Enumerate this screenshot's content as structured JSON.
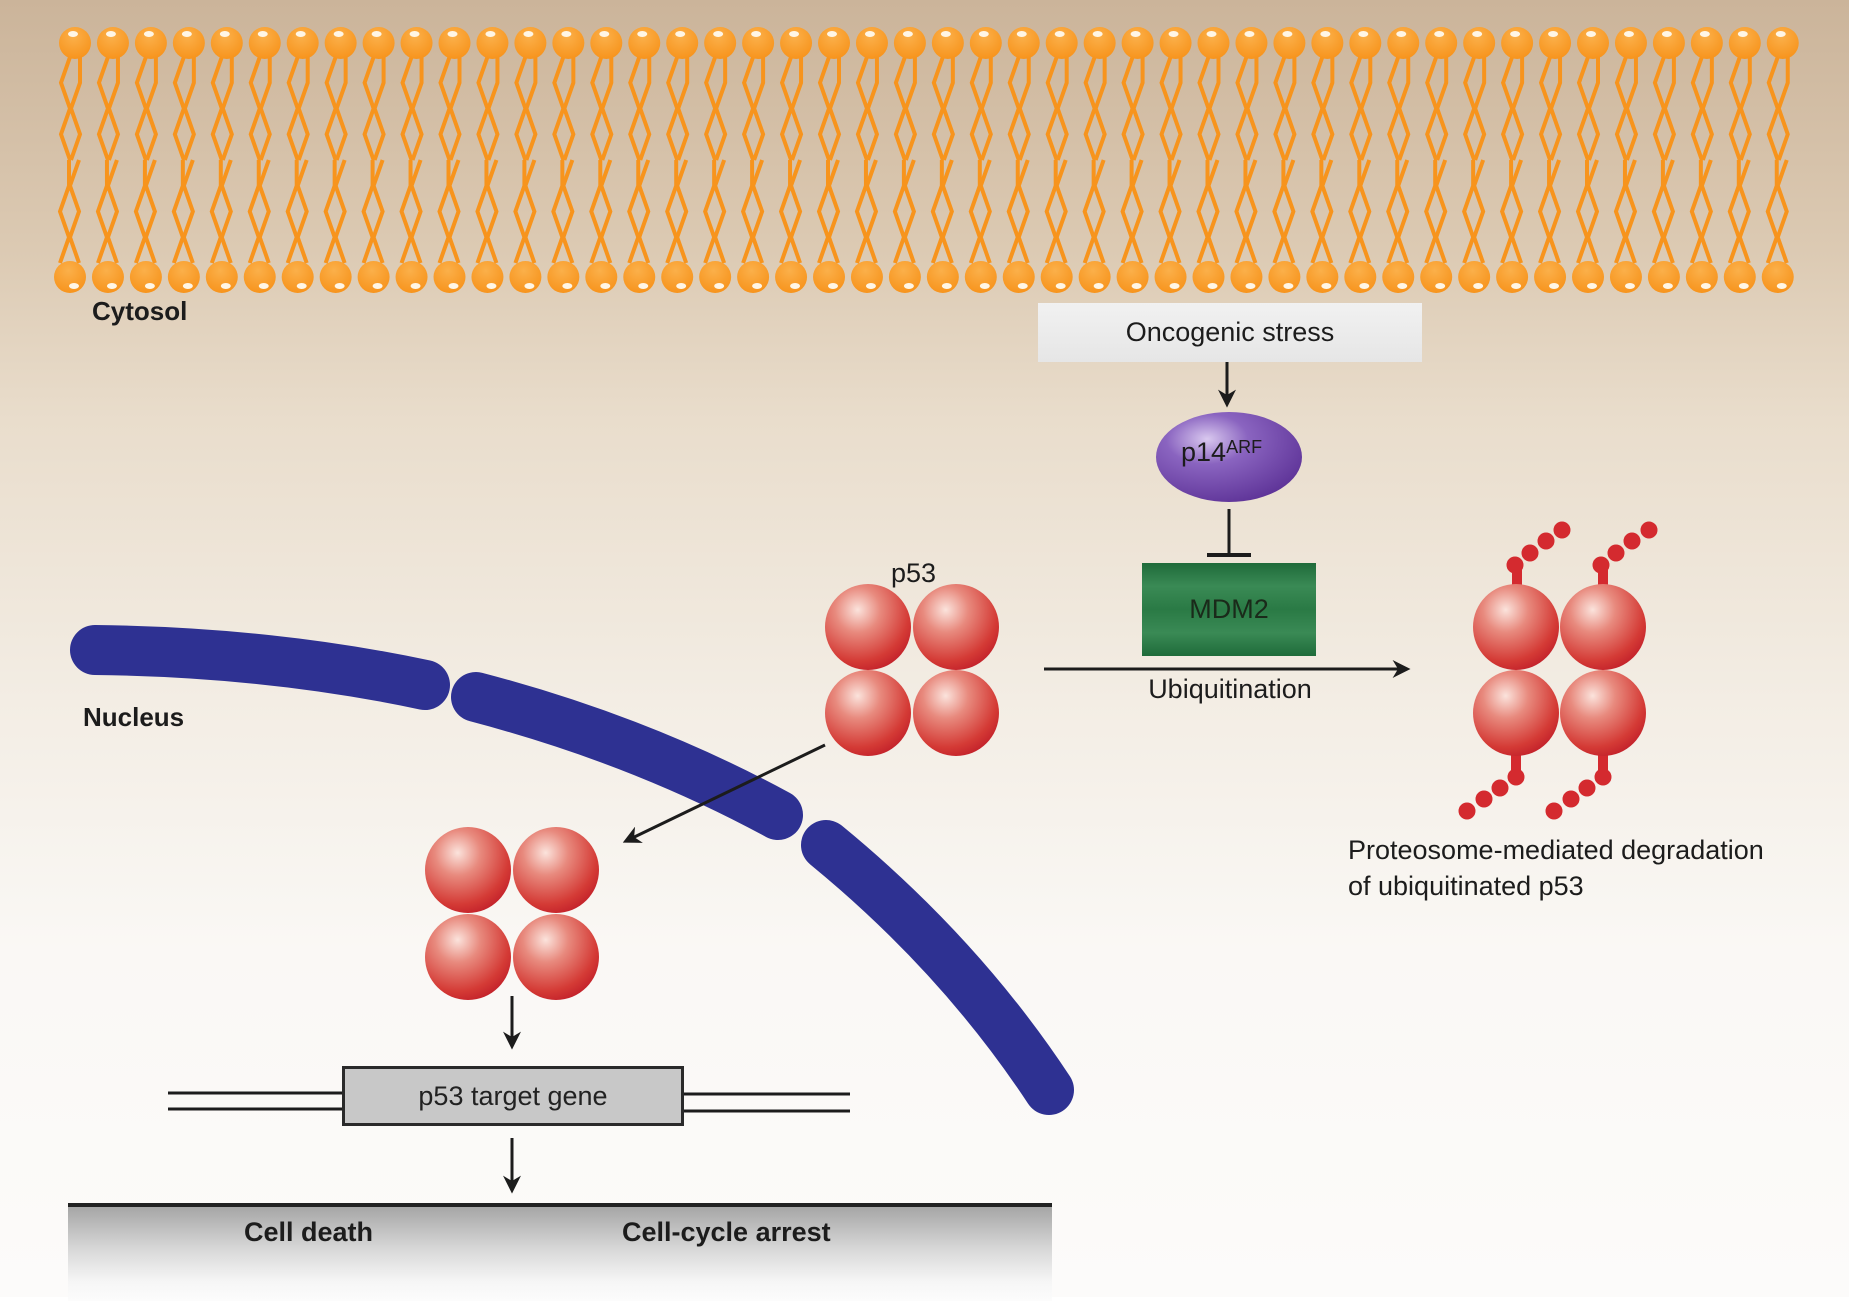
{
  "labels": {
    "cytosol": "Cytosol",
    "nucleus": "Nucleus",
    "p53": "p53",
    "oncogenic_stress": "Oncogenic stress",
    "p14_base": "p14",
    "p14_superscript": "ARF",
    "mdm2": "MDM2",
    "ubiquitination": "Ubiquitination",
    "proteosome_line1": "Proteosome-mediated degradation",
    "proteosome_line2": "of ubiquitinated p53",
    "target_gene": "p53 target gene",
    "outcome_cell_death": "Cell death",
    "outcome_cell_cycle_arrest": "Cell-cycle arrest"
  },
  "colors": {
    "membrane": "#f7941d",
    "nuclear_envelope": "#2e3192",
    "p53_protein": "#d9272e",
    "p14arf": "#6a3fa0",
    "mdm2": "#2a7a45",
    "ubiquitin": "#d9272e",
    "arrow": "#1c1c1c"
  },
  "relationships": [
    {
      "from": "Oncogenic stress",
      "to": "p14ARF",
      "type": "activates"
    },
    {
      "from": "p14ARF",
      "to": "MDM2",
      "type": "inhibits"
    },
    {
      "from": "p53",
      "to": "ubiquitinated p53",
      "type": "ubiquitination",
      "mediator": "MDM2"
    },
    {
      "from": "p53",
      "to": "nucleus p53",
      "type": "translocation"
    },
    {
      "from": "nucleus p53",
      "to": "p53 target gene",
      "type": "activates"
    },
    {
      "from": "p53 target gene",
      "to": "Cell death / Cell-cycle arrest",
      "type": "leads-to"
    }
  ],
  "membrane": {
    "lipid_count": 46
  }
}
